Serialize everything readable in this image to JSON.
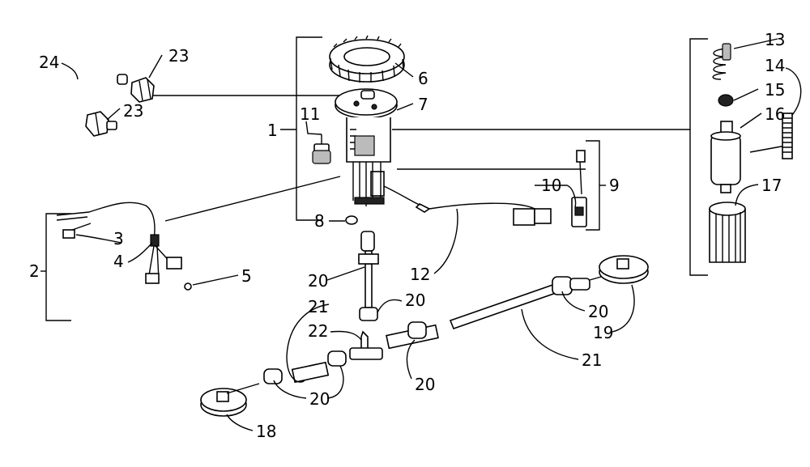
{
  "diagram": {
    "labels": {
      "l1": "1",
      "l2": "2",
      "l3": "3",
      "l4": "4",
      "l5": "5",
      "l6": "6",
      "l7": "7",
      "l8": "8",
      "l9": "9",
      "l10": "10",
      "l11": "11",
      "l12": "12",
      "l13": "13",
      "l14": "14",
      "l15": "15",
      "l16": "16",
      "l17": "17",
      "l18": "18",
      "l19": "19",
      "l20a": "20",
      "l20b": "20",
      "l20c": "20",
      "l20d": "20",
      "l20e": "20",
      "l21a": "21",
      "l21b": "21",
      "l22": "22",
      "l23a": "23",
      "l23b": "23",
      "l24": "24"
    }
  }
}
